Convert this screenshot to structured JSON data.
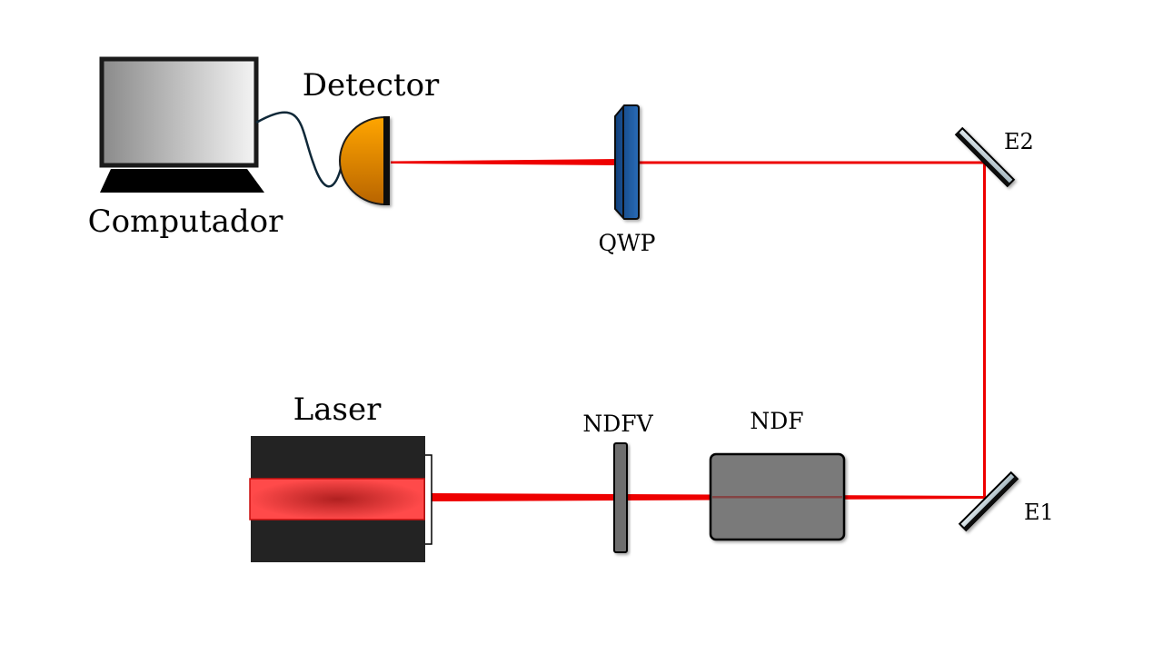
{
  "labels": {
    "computer": "Computador",
    "detector": "Detector",
    "qwp": "QWP",
    "mirror_top": "E2",
    "mirror_bottom": "E1",
    "laser": "Laser",
    "variable_filter": "NDFV",
    "filter": "NDF"
  },
  "colors": {
    "beam": "#ee0000",
    "laser_body": "#232323",
    "laser_emitter": "#f04040",
    "detector": "#f0a000",
    "qwp": "#1a5aa0",
    "filter": "#7a7a7a",
    "mirror": "#c8d8e0",
    "cable": "#0f2838"
  }
}
